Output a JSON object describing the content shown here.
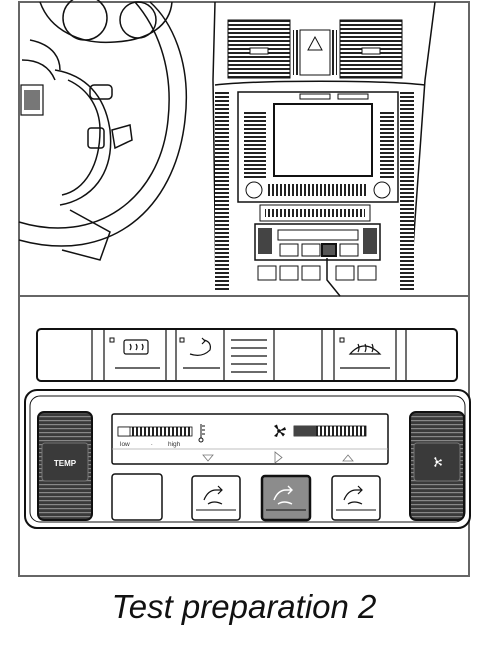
{
  "caption": "Test preparation 2",
  "panel": {
    "left_button_label": "TEMP",
    "display_low_label": "low",
    "display_high_label": "high"
  },
  "icons": {
    "left_knob": "temp-rocker-icon",
    "right_knob": "fan-rocker-icon",
    "fan": "fan-icon",
    "rear_defrost": "rear-defrost-icon",
    "recirculation": "recirculation-icon",
    "windshield_defrost": "windshield-defrost-icon",
    "airflow_up": "airflow-upper-icon",
    "airflow_middle": "airflow-middle-icon",
    "airflow_down": "airflow-footwell-icon"
  },
  "colors": {
    "line": "#111111",
    "dark_button": "#3a3a3a",
    "selected_button": "#8c8c8c",
    "frame": "#666666"
  }
}
